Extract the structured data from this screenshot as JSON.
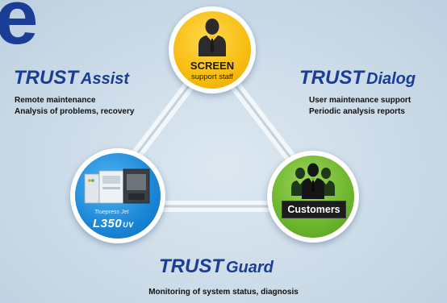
{
  "header_fragment": "e",
  "nodes": {
    "screen": {
      "title": "SCREEN",
      "subtitle": "support staff",
      "icon": "business-person-icon"
    },
    "customers": {
      "label": "Customers",
      "icon": "group-people-icon"
    },
    "printer": {
      "brand": "Truepress Jet",
      "model": "L350",
      "model_suffix": "UV",
      "icon": "printer-machine-image"
    }
  },
  "services": {
    "assist": {
      "brand": "TRUST",
      "name": "Assist",
      "lines": [
        "Remote maintenance",
        "Analysis of problems, recovery"
      ]
    },
    "dialog": {
      "brand": "TRUST",
      "name": "Dialog",
      "lines": [
        "User maintenance support",
        "Periodic analysis reports"
      ]
    },
    "guard": {
      "brand": "TRUST",
      "name": "Guard",
      "lines": [
        "Monitoring of system status, diagnosis"
      ]
    }
  },
  "colors": {
    "brand_blue": "#1a3d96",
    "screen_yellow": "#f7bd12",
    "customers_green": "#6cb52d",
    "printer_blue": "#1b86d6",
    "background": "#c9d9e7"
  }
}
